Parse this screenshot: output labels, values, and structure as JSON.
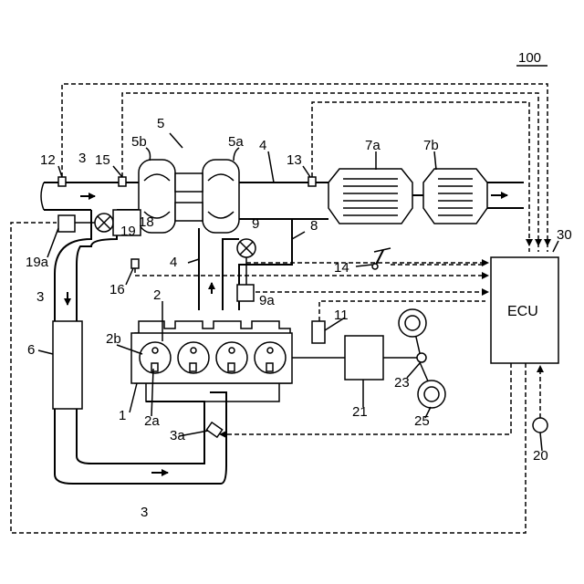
{
  "figure_number": "100",
  "ecu_label": "ECU",
  "labels": {
    "n1": "1",
    "n2": "2",
    "n2a": "2a",
    "n2b": "2b",
    "n3_a": "3",
    "n3_b": "3",
    "n3_c": "3",
    "n3a": "3a",
    "n4_a": "4",
    "n4_b": "4",
    "n5": "5",
    "n5a": "5a",
    "n5b": "5b",
    "n6": "6",
    "n7a": "7a",
    "n7b": "7b",
    "n8": "8",
    "n9": "9",
    "n9a": "9a",
    "n11": "11",
    "n12": "12",
    "n13": "13",
    "n14": "14",
    "n15": "15",
    "n16": "16",
    "n18": "18",
    "n19": "19",
    "n19a": "19a",
    "n20": "20",
    "n21": "21",
    "n23": "23",
    "n25": "25",
    "n30": "30"
  }
}
